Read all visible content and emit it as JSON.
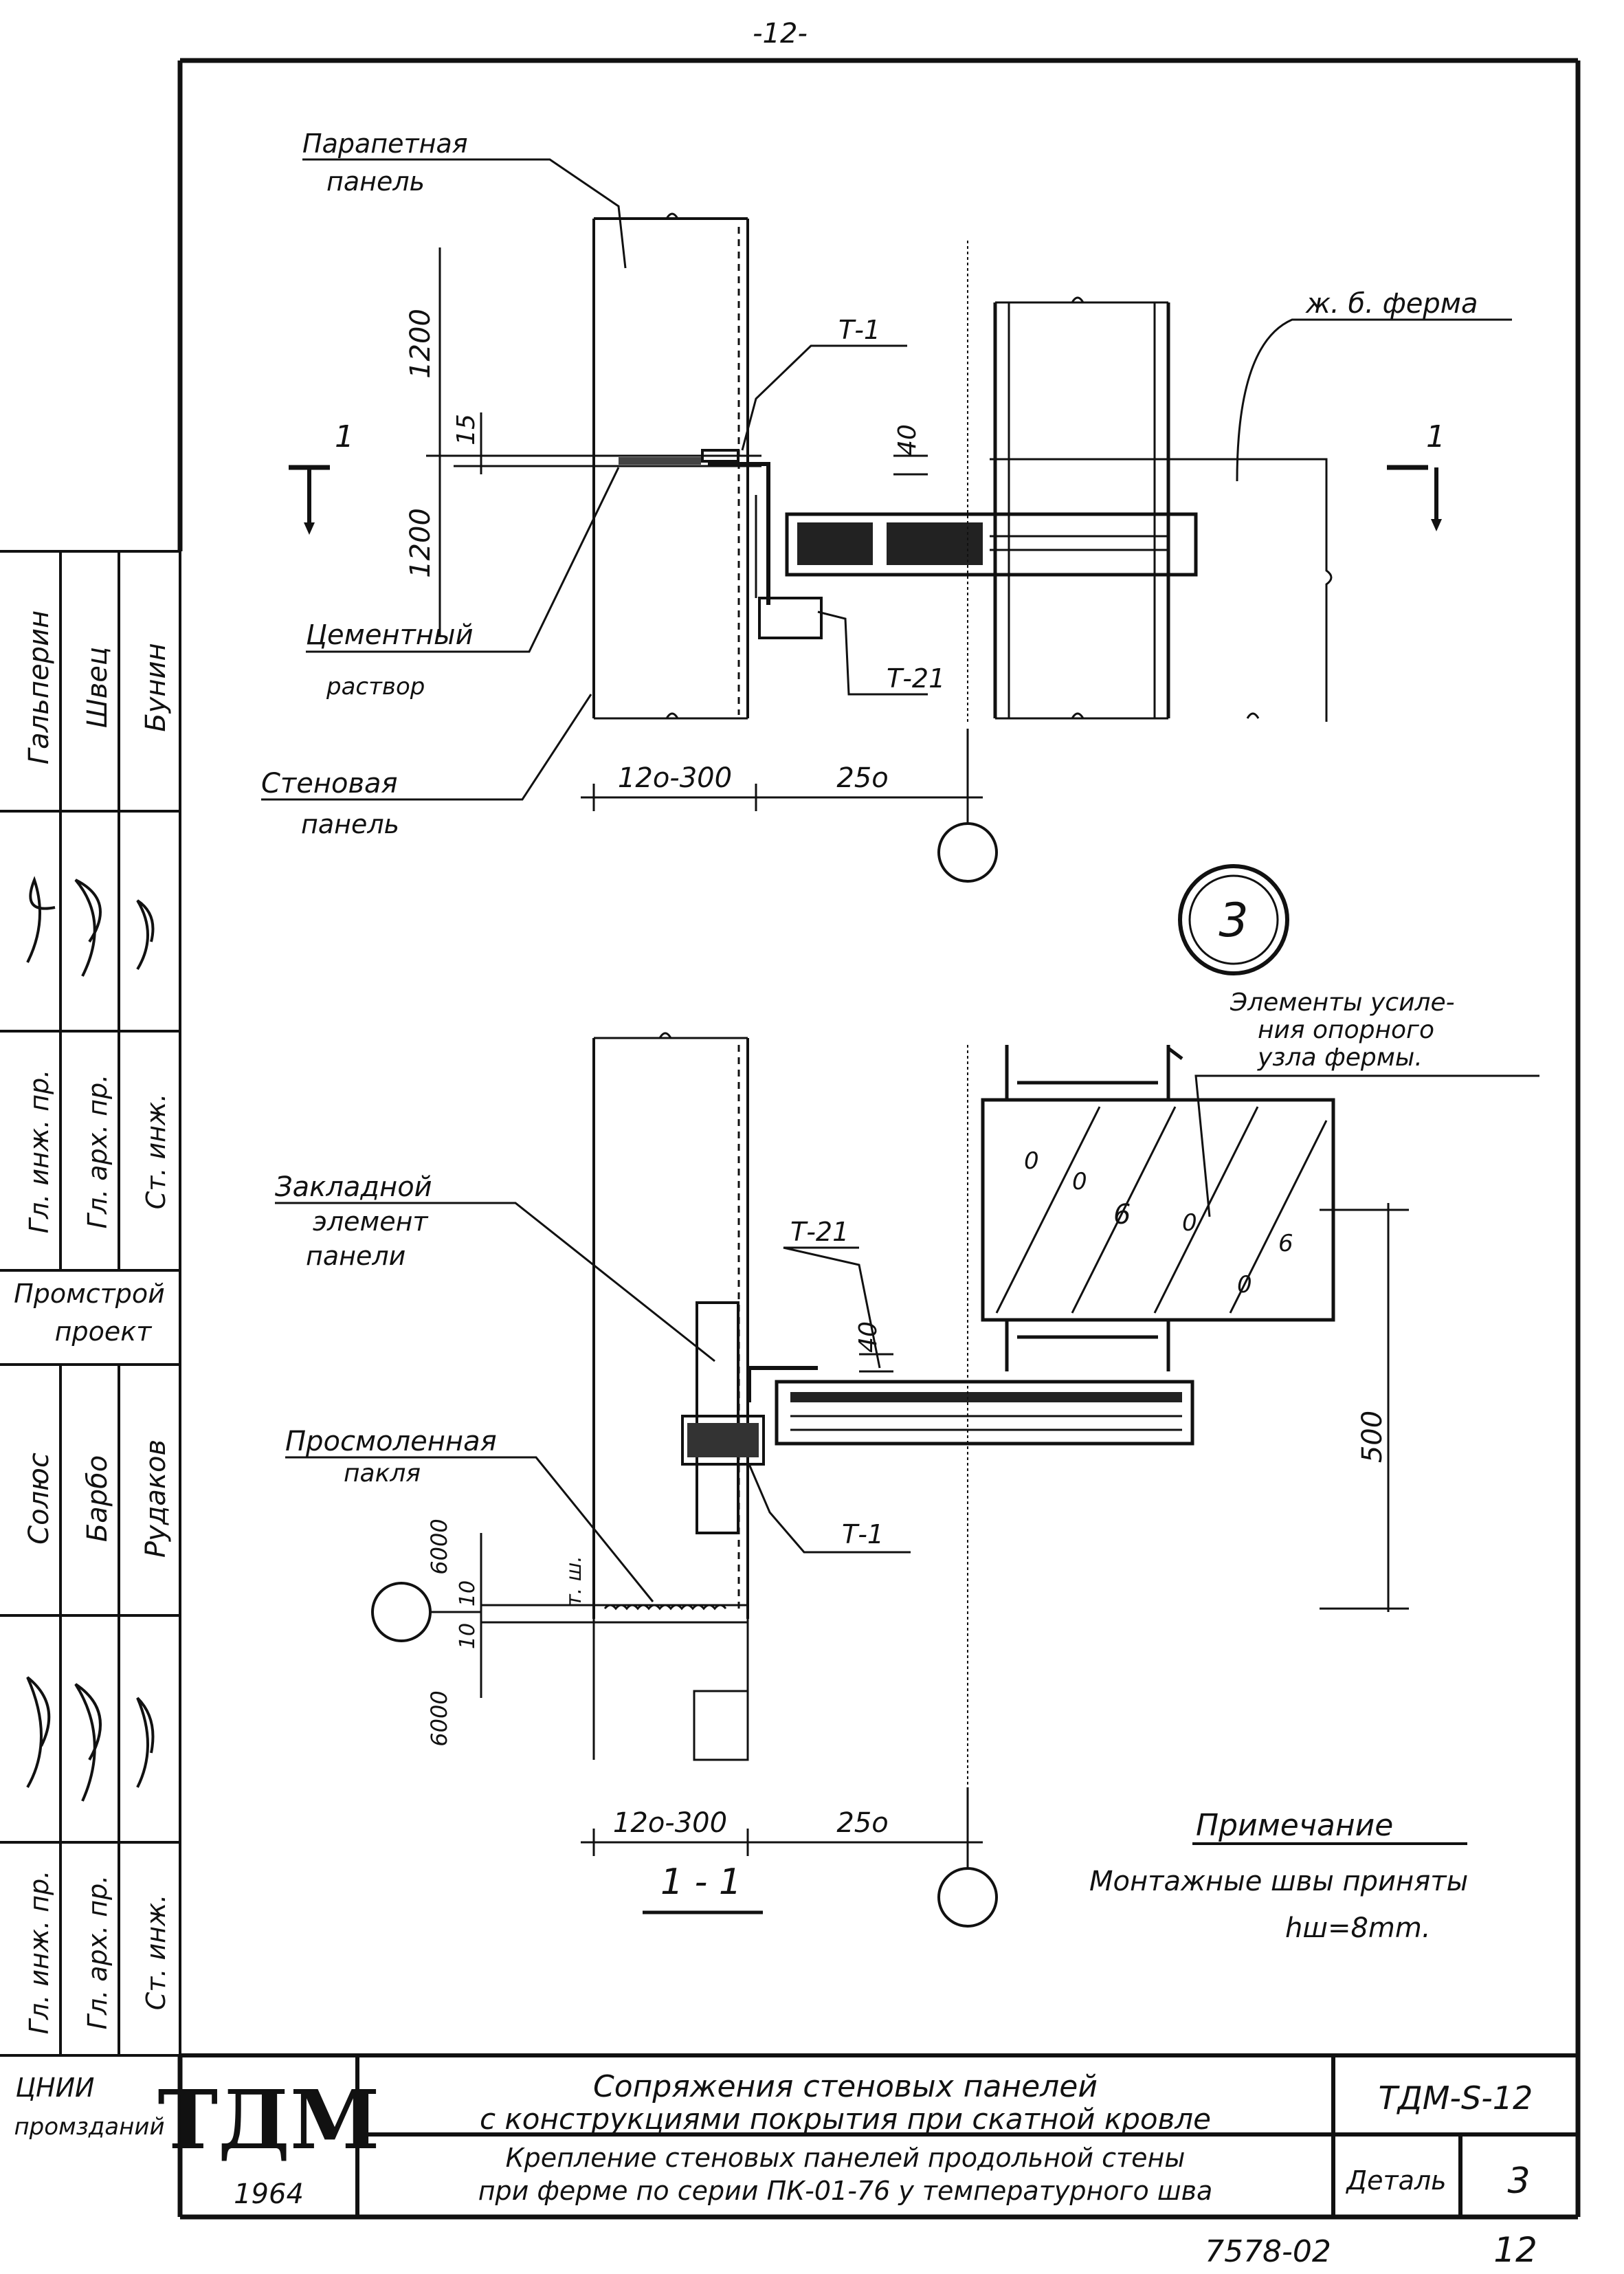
{
  "page_number": "-12-",
  "upper_detail": {
    "labels": {
      "parapet_panel": [
        "Парапетная",
        "панель"
      ],
      "truss": "ж. б. ферма",
      "cement_mortar": [
        "Цементный",
        "раствор"
      ],
      "wall_panel": [
        "Стеновая",
        "панель"
      ],
      "t1": "Т-1",
      "t21": "Т-21",
      "section_mark": "1"
    },
    "dims": {
      "height_top": "1200",
      "height_bottom": "1200",
      "gap": "15",
      "plate": "40",
      "panel_width": "12о-300",
      "axis_offset": "25о"
    }
  },
  "detail_number": "3",
  "lower_detail": {
    "labels": {
      "truss_elements": [
        "Элементы усиле-",
        "ния опорного",
        "узла фермы."
      ],
      "embedded_element": [
        "Закладной",
        "элемент",
        "панели"
      ],
      "tarred_tow": [
        "Просмоленная",
        "пакля"
      ],
      "t21": "Т-21",
      "t1": "Т-1",
      "tsh": "т. ш."
    },
    "dims": {
      "plate": "40",
      "height": "500",
      "panel_height_top": "6000",
      "panel_height_bottom": "6000",
      "joint_a": "10",
      "joint_b": "10",
      "panel_width": "12о-300",
      "axis_offset": "25о"
    },
    "section_title": "1 - 1"
  },
  "note": {
    "title": "Примечание",
    "lines": [
      "Монтажные швы приняты",
      "hш=8mm."
    ]
  },
  "side_stamp": {
    "block1": {
      "roles": [
        "Гл. инж. пр.",
        "Гл. арх. пр.",
        "Ст. инж."
      ],
      "names": [
        "Гальперин",
        "Швец",
        "Бунин"
      ]
    },
    "org1": [
      "Промстрой",
      "проект"
    ],
    "block2": {
      "roles": [
        "Гл. инж. пр.",
        "Гл. арх. пр.",
        "Ст. инж."
      ],
      "names": [
        "Солюс",
        "Барбо",
        "Рудаков"
      ]
    },
    "org2": [
      "ЦНИИ",
      "промзданий"
    ]
  },
  "title_block": {
    "logo": "ТДМ",
    "year": "1964",
    "title_line1": "Сопряжения стеновых панелей",
    "title_line2": "с конструкциями покрытия при скатной кровле",
    "subtitle_line1": "Крепление стеновых панелей продольной стены",
    "subtitle_line2": "при ферме по серии ПК-01-76 у температурного шва",
    "code": "ТДМ-S-12",
    "detail_label": "Деталь",
    "detail_value": "3"
  },
  "footer": {
    "sheet_code": "7578-02",
    "sheet_number": "12"
  }
}
